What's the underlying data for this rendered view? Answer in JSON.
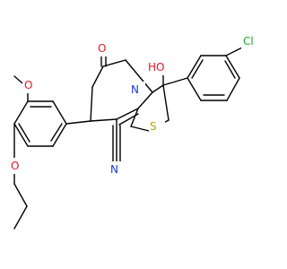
{
  "atoms": {
    "cl": "Cl",
    "ho": "HO",
    "o_carbonyl": "O",
    "n_ring": "N",
    "s_ring": "S",
    "n_nitrile": "N",
    "o_methoxy": "O",
    "o_propoxy": "O"
  },
  "colors": {
    "bond": "#000000",
    "chlorine": "#1faa2a",
    "oxygen": "#e8141e",
    "nitrogen": "#1a3ad6",
    "sulfur": "#b5a700",
    "background": "#ffffff"
  }
}
